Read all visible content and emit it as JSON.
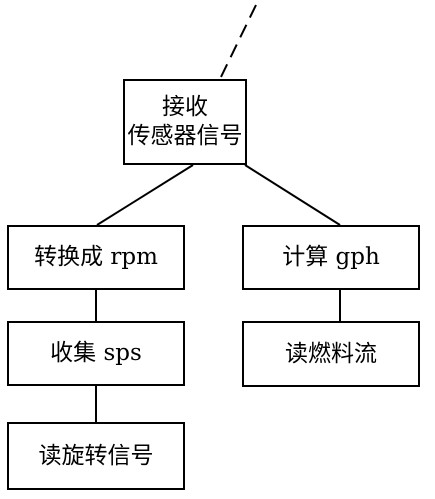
{
  "nodes": {
    "receive": {
      "line1": "接收",
      "line2": "传感器信号"
    },
    "rpm": {
      "label": "转换成 rpm"
    },
    "sps": {
      "label": "收集 sps"
    },
    "read_rotation": {
      "label": "读旋转信号"
    },
    "gph": {
      "label": "计算 gph"
    },
    "fuel_flow": {
      "label": "读燃料流"
    }
  },
  "style": {
    "line_color": "#000000",
    "box_border_color": "#000000",
    "background": "#ffffff"
  }
}
